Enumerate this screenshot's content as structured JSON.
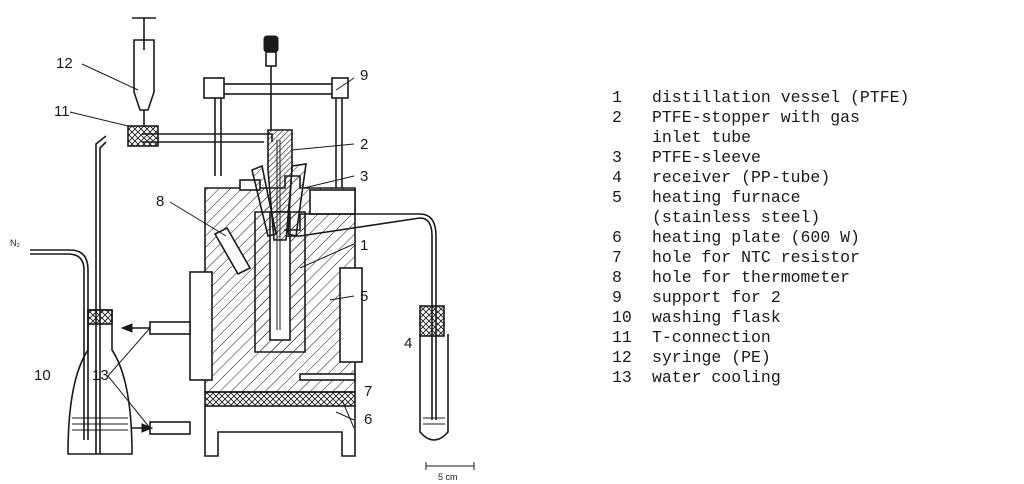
{
  "figure": {
    "callouts": [
      "1",
      "2",
      "3",
      "4",
      "5",
      "6",
      "7",
      "8",
      "9",
      "10",
      "11",
      "12",
      "13",
      "13"
    ],
    "gas_label": "N₂",
    "scale_label": "5 cm"
  },
  "legend": [
    {
      "num": "1",
      "text": "distillation vessel (PTFE)"
    },
    {
      "num": "2",
      "text": "PTFE-stopper with gas"
    },
    {
      "num": "",
      "text": "inlet tube"
    },
    {
      "num": "3",
      "text": "PTFE-sleeve"
    },
    {
      "num": "4",
      "text": "receiver (PP-tube)"
    },
    {
      "num": "5",
      "text": "heating furnace"
    },
    {
      "num": "",
      "text": "(stainless steel)"
    },
    {
      "num": "6",
      "text": "heating plate (600 W)"
    },
    {
      "num": "7",
      "text": "hole for NTC resistor"
    },
    {
      "num": "8",
      "text": "hole for thermometer"
    },
    {
      "num": "9",
      "text": "support for 2"
    },
    {
      "num": "10",
      "text": "washing flask"
    },
    {
      "num": "11",
      "text": "T-connection"
    },
    {
      "num": "12",
      "text": "syringe (PE)"
    },
    {
      "num": "13",
      "text": "water cooling"
    }
  ]
}
